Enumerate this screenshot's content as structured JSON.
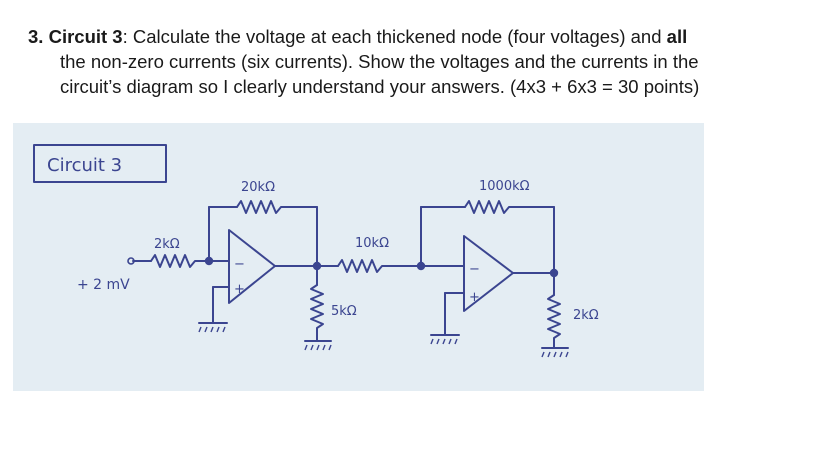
{
  "question": {
    "number": "3.",
    "title": "Circuit 3",
    "colon": ":",
    "line1_rest": " Calculate the voltage at each thickened node (four voltages) and ",
    "line1_bold": "all",
    "line2": "the non-zero currents (six currents). Show the voltages and the currents in the",
    "line3": "circuit’s diagram so I clearly understand your answers. (4x3 + 6x3 = 30 points)"
  },
  "figure": {
    "circuit_label": "Circuit 3",
    "source_label": "+ 2 mV",
    "r_in": "2kΩ",
    "r_f1": "20kΩ",
    "r_mid": "10kΩ",
    "r_gnd": "5kΩ",
    "r_f2": "1000kΩ",
    "r_load": "2kΩ",
    "opamp1_minus": "−",
    "opamp1_plus": "+",
    "opamp2_minus": "−",
    "opamp2_plus": "+",
    "colors": {
      "ink": "#3b4590",
      "paper": "#e4edf3"
    }
  }
}
